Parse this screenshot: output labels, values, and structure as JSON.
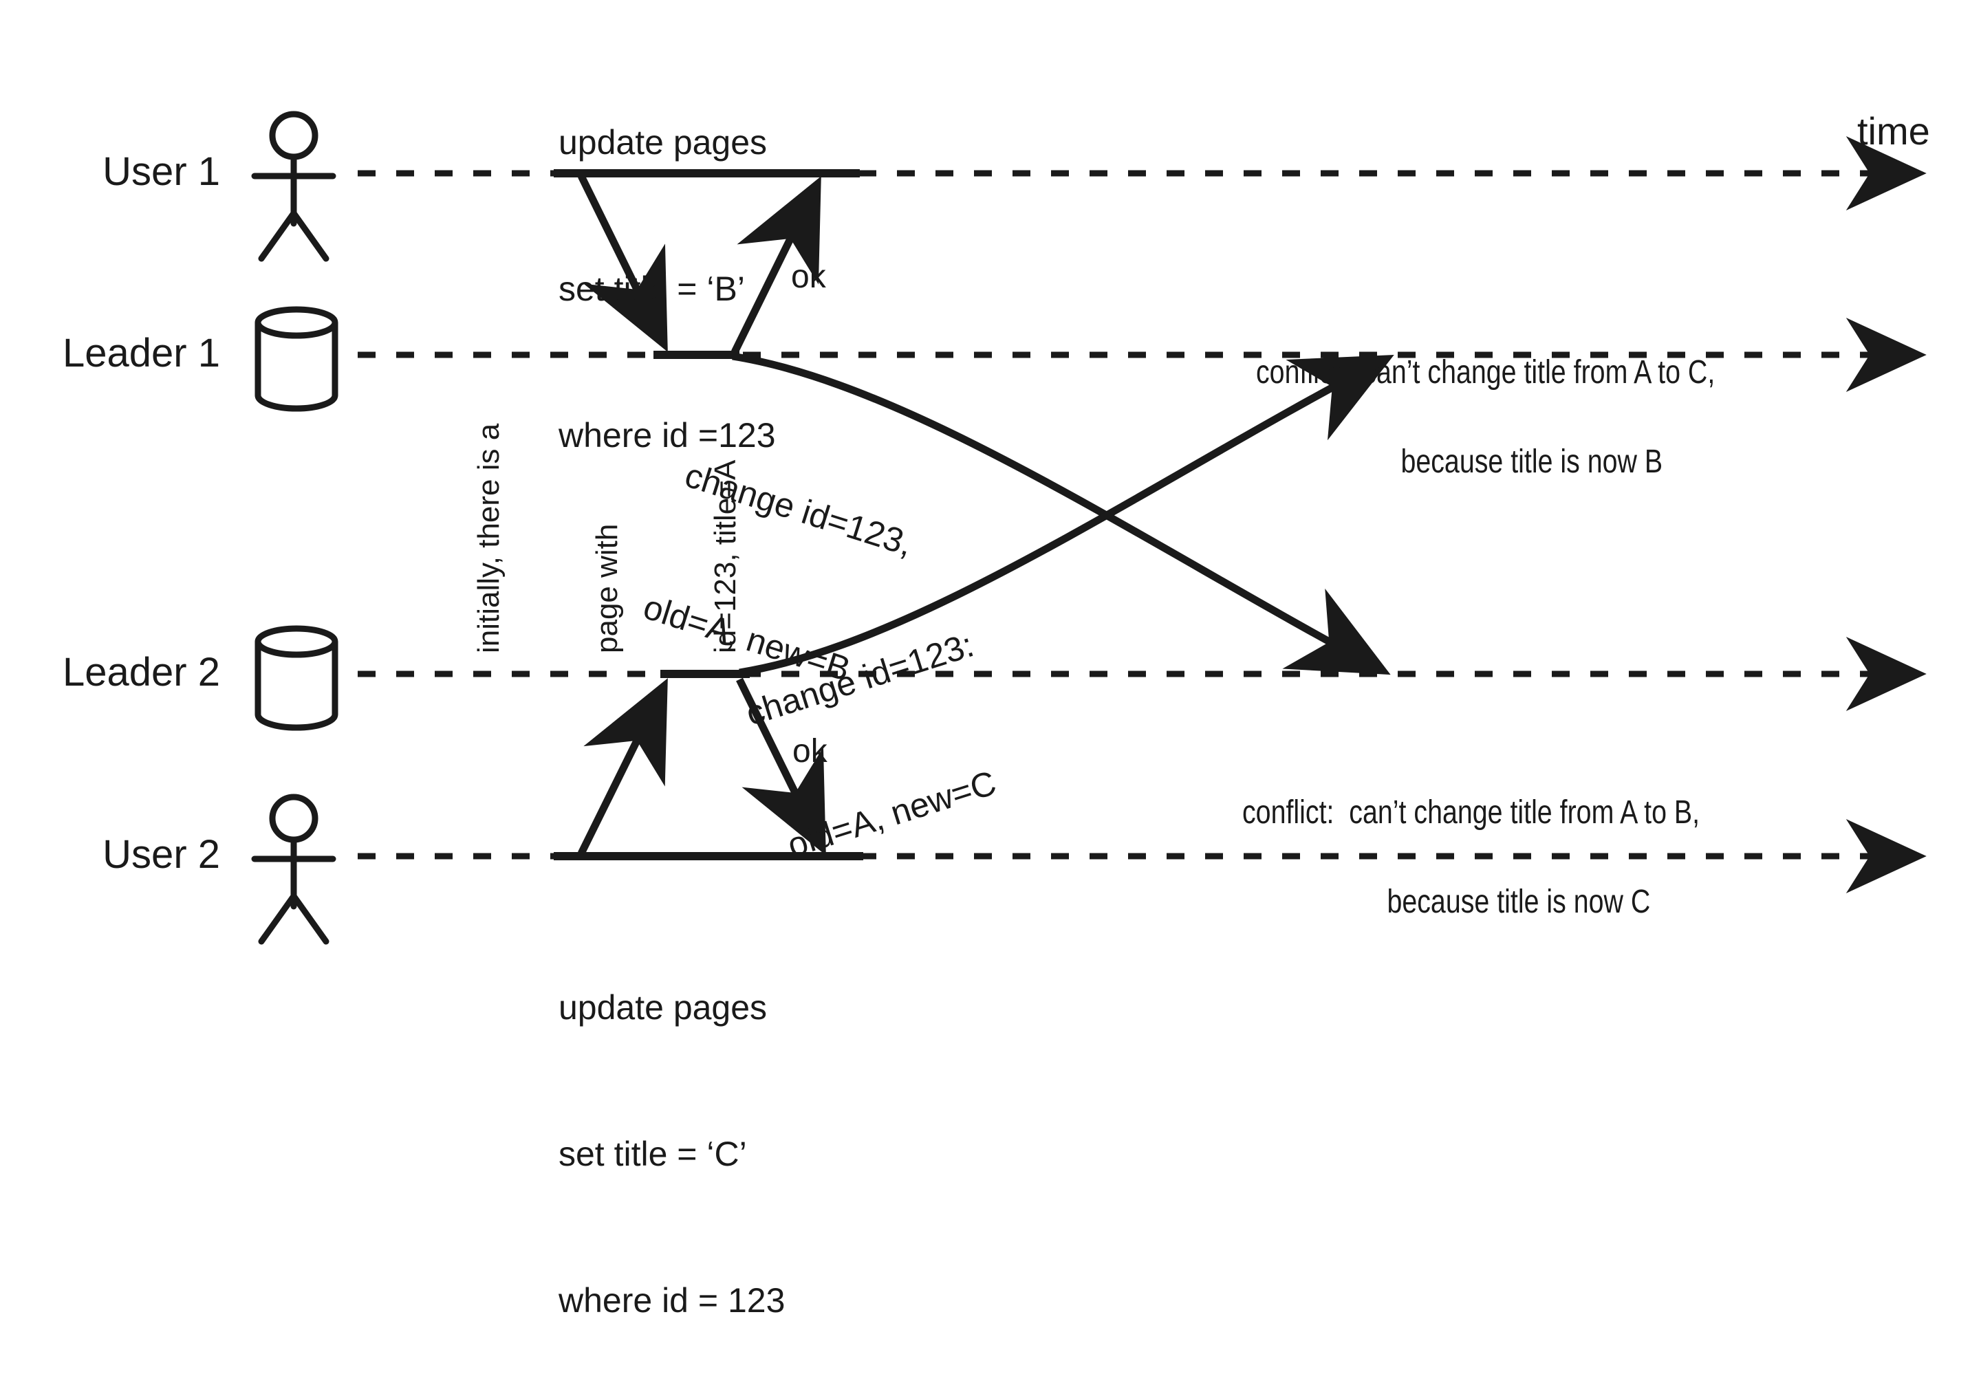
{
  "diagram": {
    "title_axis_label": "time",
    "lanes": [
      {
        "id": "user1",
        "label": "User 1",
        "icon": "stick-figure-icon"
      },
      {
        "id": "leader1",
        "label": "Leader 1",
        "icon": "database-cylinder-icon"
      },
      {
        "id": "leader2",
        "label": "Leader 2",
        "icon": "database-cylinder-icon"
      },
      {
        "id": "user2",
        "label": "User 2",
        "icon": "stick-figure-icon"
      }
    ],
    "notes": {
      "initial_state": {
        "line1": "initially, there is a",
        "line2": "page with",
        "line3": "id=123, title=A"
      },
      "user1_query": {
        "line1": "update pages",
        "line2": "set title = ‘B’",
        "line3": "where id =123"
      },
      "user2_query": {
        "line1": "update pages",
        "line2": "set title = ‘C’",
        "line3": "where id = 123"
      }
    },
    "messages": {
      "ok_top": "ok",
      "ok_bottom": "ok",
      "replicate_b": {
        "line1": "change id=123,",
        "line2": "old=A, new=B"
      },
      "replicate_c": {
        "line1": "change id=123:",
        "line2": "old=A, new=C"
      },
      "conflict_top": {
        "line1": "conflict:  can’t change title from A to C,",
        "line2": "because title is now B"
      },
      "conflict_bottom": {
        "line1": "conflict:  can’t change title from A to B,",
        "line2": "because title is now C"
      }
    },
    "colors": {
      "stroke": "#1a1a1a",
      "background": "#ffffff"
    }
  }
}
